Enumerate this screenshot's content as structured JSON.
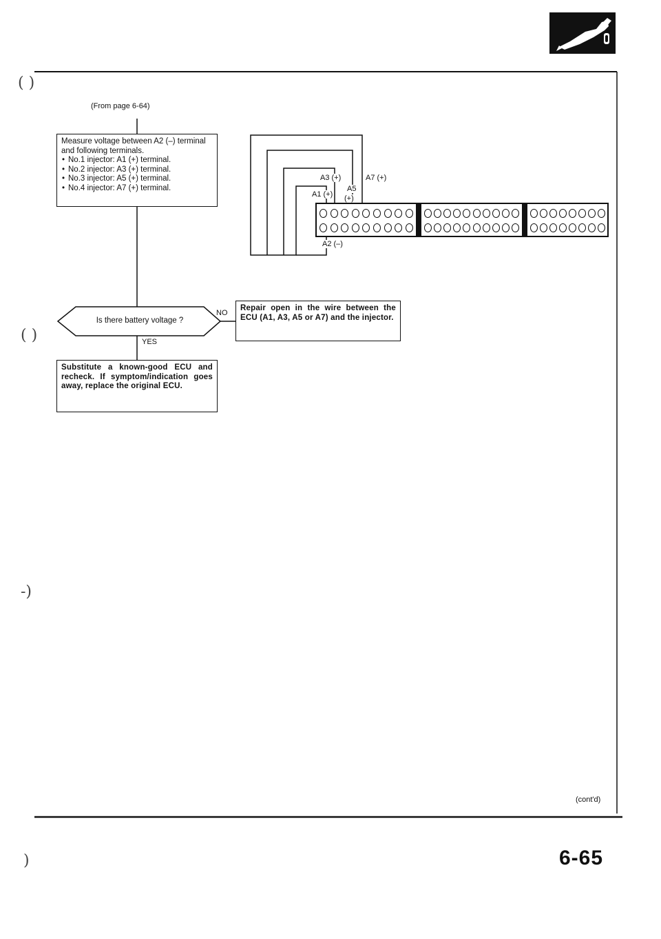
{
  "page": {
    "from_page": "(From page 6-64)",
    "cont": "(cont'd)",
    "page_number": "6-65",
    "icon": "fuel-nozzle-icon"
  },
  "flow": {
    "measure_title": "Measure voltage between A2 (–) terminal and following terminals.",
    "measure_items": [
      "No.1 injector: A1 (+) terminal.",
      "No.2 injector: A3 (+) terminal.",
      "No.3 injector: A5 (+) terminal.",
      "No.4 injector: A7 (+) terminal."
    ],
    "question": "Is there battery voltage ?",
    "no_label": "NO",
    "yes_label": "YES",
    "repair": "Repair open in the wire between the ECU (A1, A3, A5 or A7) and the injector.",
    "substitute": "Substitute a known-good ECU and recheck. If symptom/indication goes away, replace the original ECU."
  },
  "connector": {
    "a3": "A3 (+)",
    "a7": "A7 (+)",
    "a5_top": "A5",
    "a5_bottom": "(+)",
    "a1": "A1 (+)",
    "a2": "A2 (–)"
  }
}
